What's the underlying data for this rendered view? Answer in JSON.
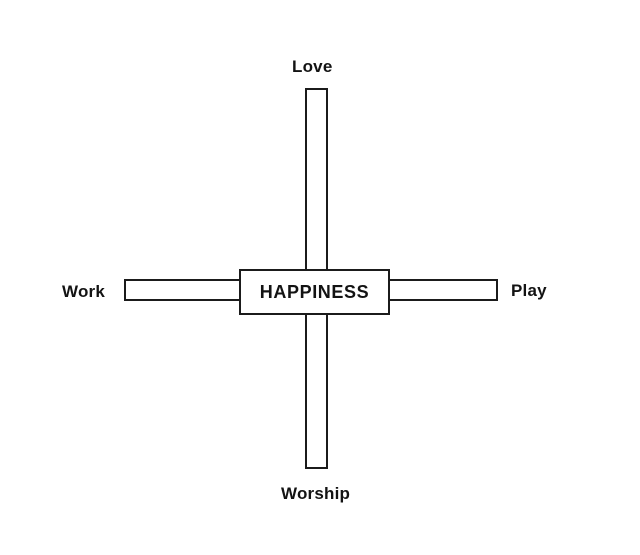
{
  "diagram": {
    "type": "cross-quadrant-diagram",
    "center": {
      "label": "HAPPINESS"
    },
    "arms": [
      {
        "id": "top",
        "label": "Love"
      },
      {
        "id": "right",
        "label": "Play"
      },
      {
        "id": "bottom",
        "label": "Worship"
      },
      {
        "id": "left",
        "label": "Work"
      }
    ],
    "colors": {
      "background": "#ffffff",
      "stroke": "#1b1b1b",
      "text": "#131313",
      "fill": "#ffffff"
    }
  }
}
